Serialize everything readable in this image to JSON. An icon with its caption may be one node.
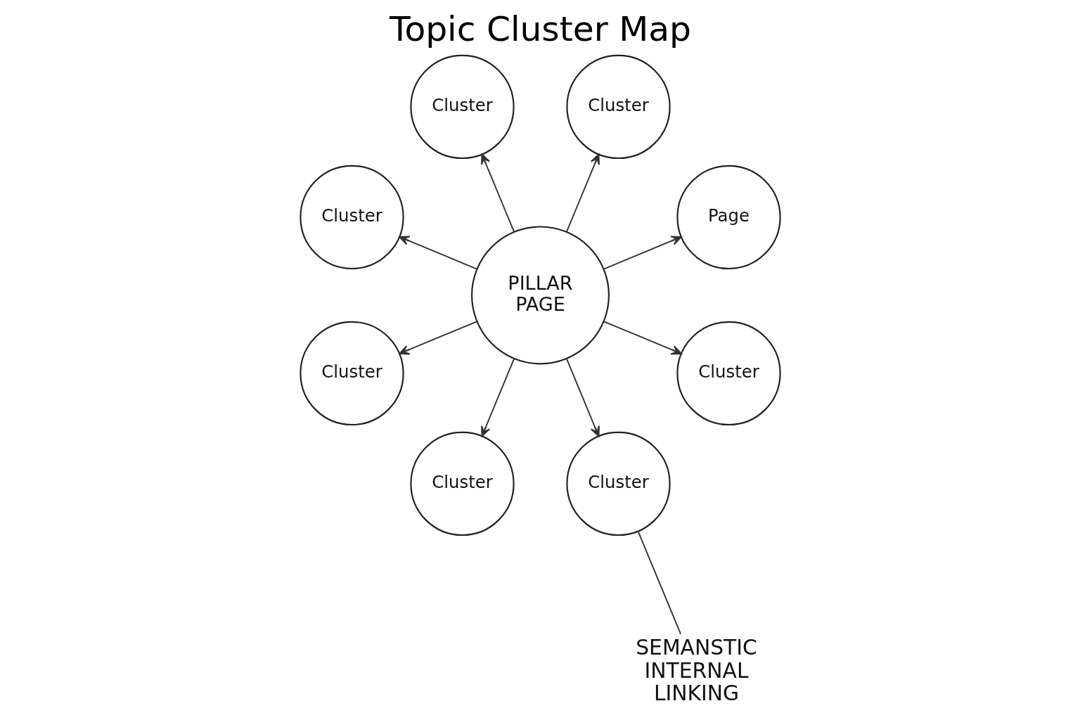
{
  "diagram": {
    "title": "Topic Cluster Map",
    "nodes": [
      {
        "text": [
          "Page"
        ]
      },
      {
        "text": [
          "Cluster"
        ]
      },
      {
        "text": [
          "Cluster"
        ]
      },
      {
        "text": [
          "Cluster"
        ]
      },
      {
        "text": [
          "PILLAR PAGE"
        ]
      },
      {
        "text": [
          "Cluster"
        ]
      },
      {
        "text": [
          "Cluster"
        ]
      },
      {
        "text": [
          "Cluster"
        ]
      },
      {
        "text": [
          "SEMANSTIC INTERNAL LINKING"
        ]
      },
      {
        "text": [
          "Cluster"
        ]
      }
    ],
    "edges": [
      {
        "from": 4,
        "to": 0,
        "arrow": "to"
      },
      {
        "from": 4,
        "to": 1,
        "arrow": "to"
      },
      {
        "from": 4,
        "to": 2,
        "arrow": "to"
      },
      {
        "from": 4,
        "to": 3,
        "arrow": "to"
      },
      {
        "from": 4,
        "to": 5,
        "arrow": "to"
      },
      {
        "from": 4,
        "to": 6,
        "arrow": "to"
      },
      {
        "from": 4,
        "to": 7,
        "arrow": "to"
      },
      {
        "from": 4,
        "to": 9,
        "arrow": "to"
      },
      {
        "from": 8,
        "to": 7,
        "arrow": "none"
      }
    ]
  }
}
